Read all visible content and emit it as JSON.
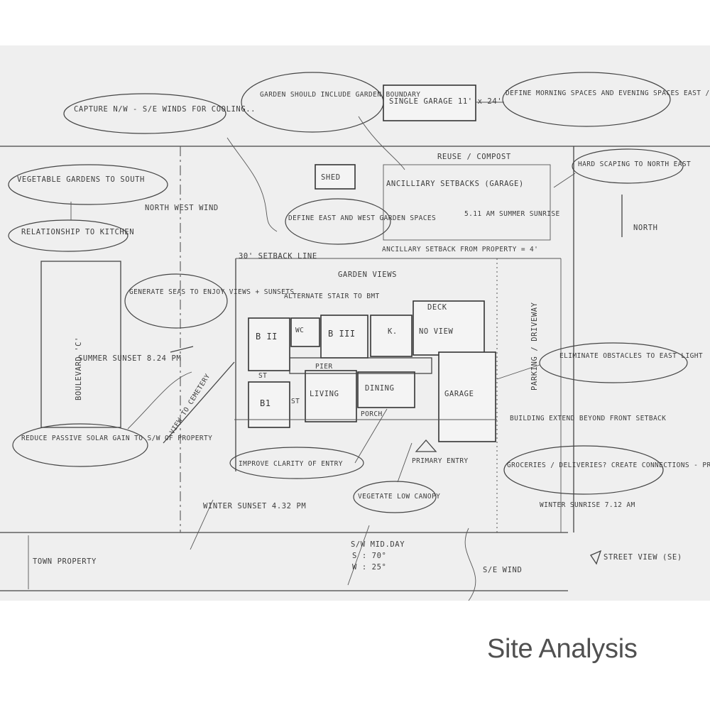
{
  "caption": "Site Analysis",
  "notes": {
    "capture_winds": "CAPTURE N/W - S/E WINDS FOR COOLING..",
    "garden_bounded": "GARDEN SHOULD INCLUDE GARDEN BOUNDARY",
    "single_garage": "SINGLE GARAGE 11' x 24'",
    "define_morning": "DEFINE MORNING SPACES AND EVENING SPACES EAST / VERSUS WEST",
    "reuse_compost": "REUSE / COMPOST",
    "hard_scaping": "HARD SCAPING TO NORTH EAST",
    "vegetable_gardens": "VEGETABLE GARDENS TO SOUTH",
    "shed": "SHED",
    "ancillary_setbacks": "ANCILLIARY SETBACKS (GARAGE)",
    "north_west_wind": "NORTH WEST WIND",
    "define_east_west": "DEFINE EAST AND WEST GARDEN SPACES",
    "summer_sunrise": "5.11 AM SUMMER SUNRISE",
    "relationship_kitchen": "RELATIONSHIP TO KITCHEN",
    "north": "NORTH",
    "setback_30": "30' SETBACK LINE",
    "ancillary_setback_property": "ANCILLARY SETBACK FROM PROPERTY = 4'",
    "garden_views": "GARDEN VIEWS",
    "generate_seas": "GENERATE SEAS TO ENJOY VIEWS + SUNSETS",
    "alternate_stair": "ALTERNATE STAIR TO BMT",
    "deck": "DECK",
    "no_view": "NO VIEW",
    "boulevard": "BOULEVARD 'C'",
    "summer_sunset": "SUMMER SUNSET 8.24 PM",
    "parking_driveway": "PARKING / DRIVEWAY",
    "eliminate_obstacles": "ELIMINATE OBSTACLES TO EAST LIGHT",
    "view_to_cemetery": "VIEW TO CEMETERY",
    "reduce_passive": "REDUCE PASSIVE SOLAR GAIN TO S/W OF PROPERTY",
    "building_extend": "BUILDING EXTEND BEYOND FRONT SETBACK",
    "improve_clarity": "IMPROVE CLARITY OF ENTRY",
    "primary_entry": "PRIMARY ENTRY",
    "groceries": "GROCERIES / DELIVERIES? CREATE CONNECTIONS - PROXIMITY TO STORAGE - KITCHEN",
    "vegetate_cover": "VEGETATE LOW CANOPY",
    "winter_sunset": "WINTER SUNSET 4.32 PM",
    "winter_sunrise": "WINTER SUNRISE 7.12 AM",
    "sw_midday": "S/W MID.DAY",
    "sw_s": "S : 70°",
    "sw_w": "W : 25°",
    "se_wind": "S/E WIND",
    "street_view": "STREET VIEW (SE)",
    "town_property": "TOWN PROPERTY"
  },
  "rooms": {
    "b2": "B II",
    "wc": "WC",
    "b3": "B III",
    "k": "K.",
    "b1": "B1",
    "st1": "ST",
    "st2": "ST",
    "pier": "PIER",
    "living": "LIVING",
    "dining": "DINING",
    "porch": "PORCH",
    "garage": "GARAGE"
  }
}
